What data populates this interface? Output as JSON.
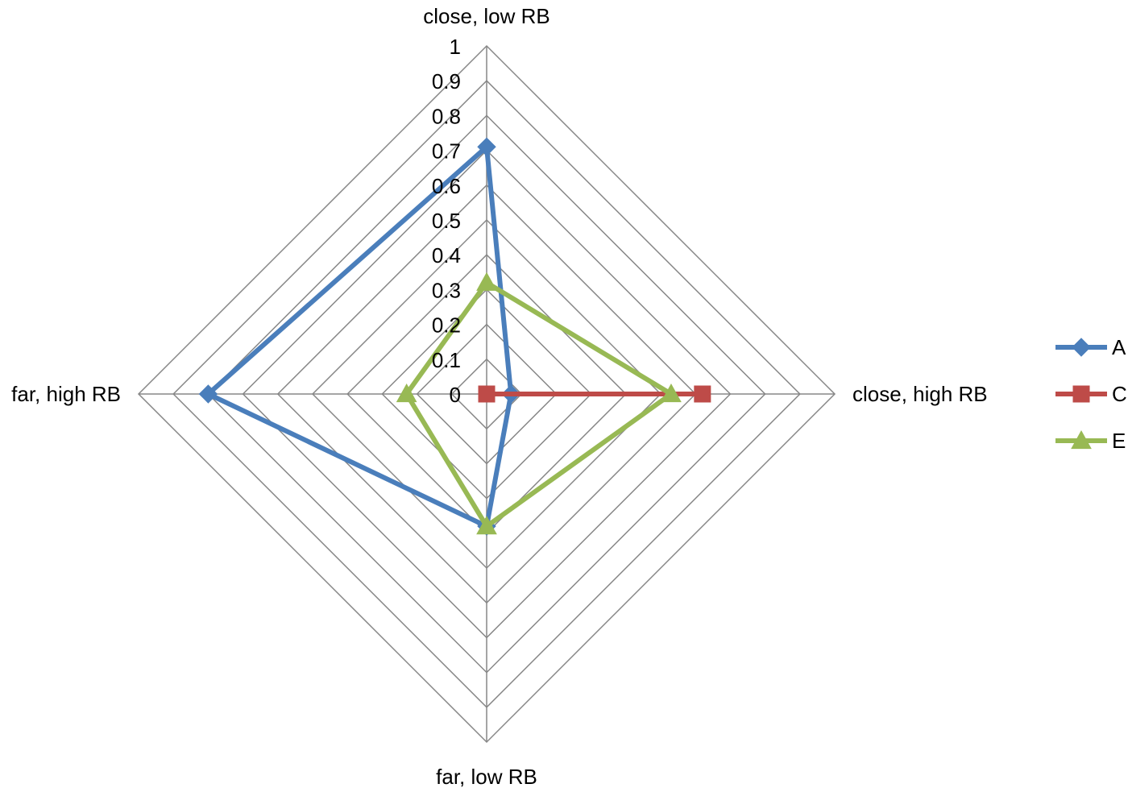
{
  "chart_data": {
    "type": "radar",
    "axes": [
      "close, low RB",
      "close, high RB",
      "far, low RB",
      "far, high RB"
    ],
    "ticks": [
      "0",
      "0.1",
      "0.2",
      "0.3",
      "0.4",
      "0.5",
      "0.6",
      "0.7",
      "0.8",
      "0.9",
      "1"
    ],
    "rlim": [
      0,
      1
    ],
    "grid": true,
    "legend_position": "right",
    "series": [
      {
        "name": "A",
        "values": [
          0.71,
          0.07,
          0.38,
          0.8
        ],
        "color": "#4a7ebb",
        "marker": "diamond"
      },
      {
        "name": "C",
        "values": [
          0.0,
          0.62,
          0.0,
          0.0
        ],
        "color": "#be4b48",
        "marker": "square"
      },
      {
        "name": "E",
        "values": [
          0.32,
          0.53,
          0.38,
          0.23
        ],
        "color": "#98b954",
        "marker": "triangle"
      }
    ]
  }
}
